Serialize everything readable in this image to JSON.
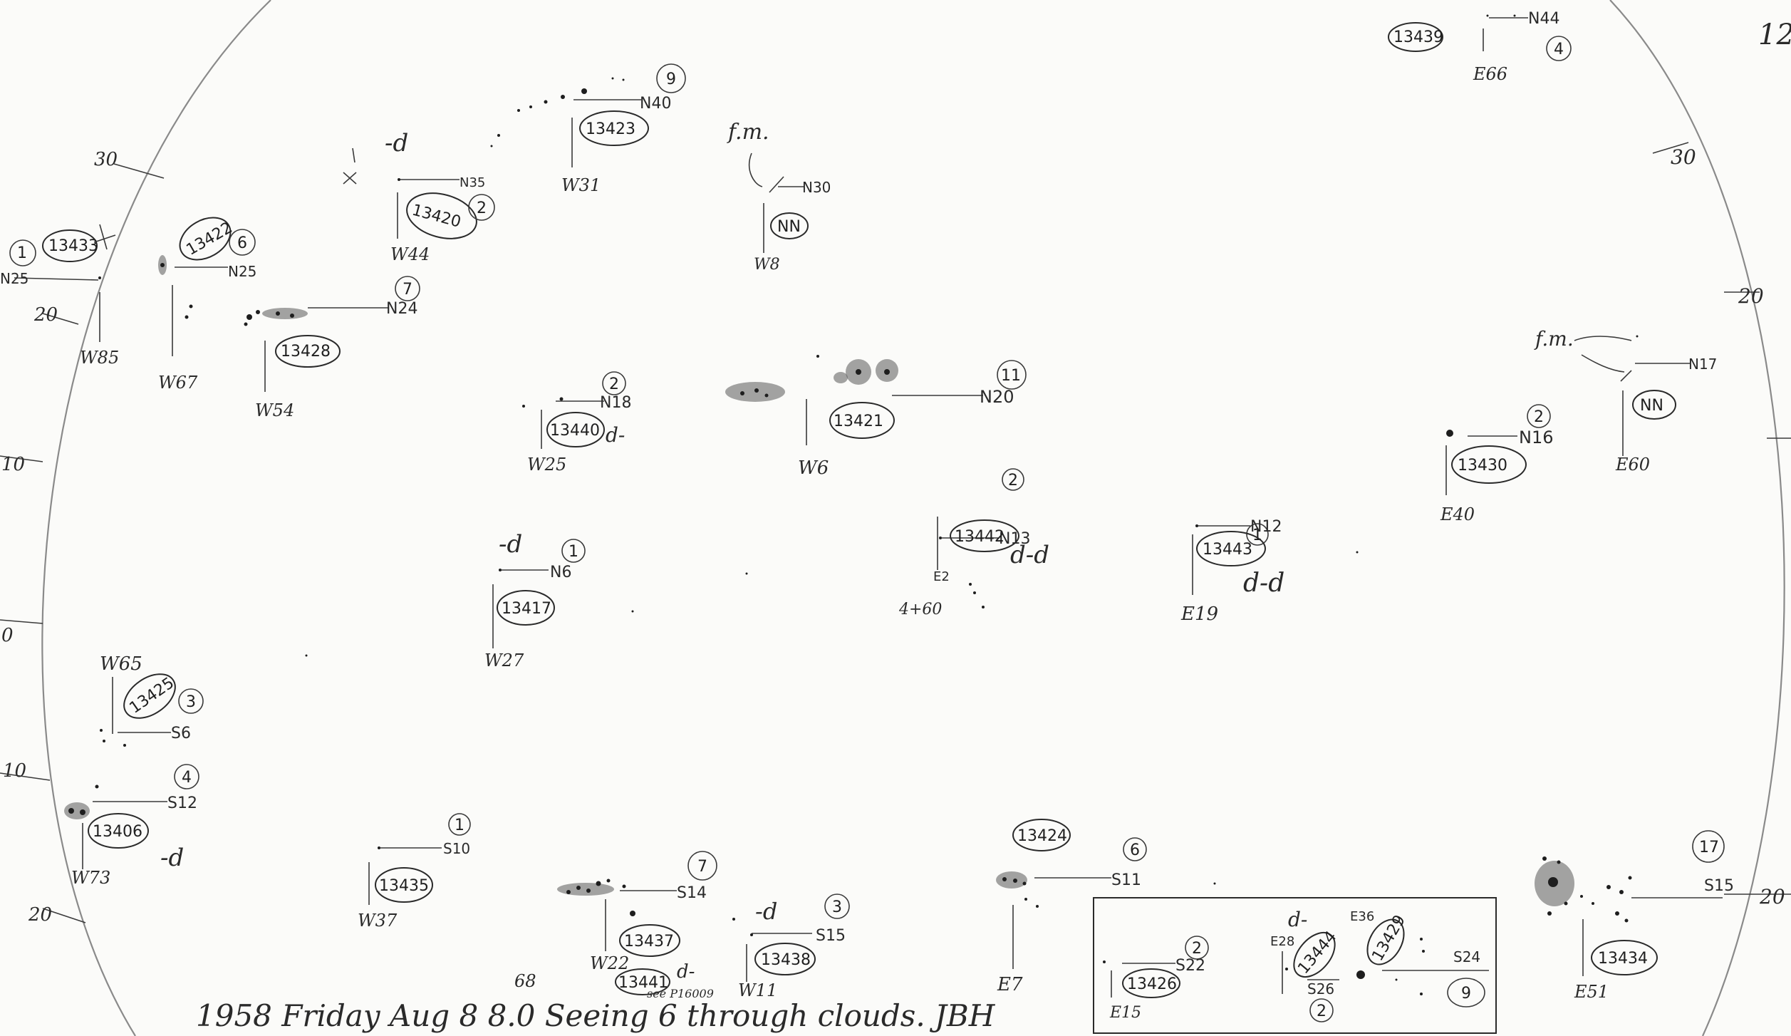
{
  "page_number": "12",
  "footer_note": "1958 Friday Aug 8 8.0 Seeing 6 through clouds. JBH",
  "footer_superscript": "68",
  "limb_ticks": {
    "left": [
      "30",
      "20",
      "10",
      "0",
      "10",
      "20"
    ],
    "right": [
      "30",
      "20",
      "20"
    ]
  },
  "regions": [
    {
      "id": "13433",
      "count": "1",
      "lat": "N25",
      "lon": "W85"
    },
    {
      "id": "13422",
      "count": "6",
      "lat": "N25",
      "lon": "W67"
    },
    {
      "id": "13428",
      "count": "7",
      "lat": "N24",
      "lon": "W54"
    },
    {
      "id": "13420",
      "count": "2",
      "lat": "N35",
      "lon": "W44",
      "note": "-d"
    },
    {
      "id": "13423",
      "count": "9",
      "lat": "N40",
      "lon": "W31"
    },
    {
      "id": "NN",
      "count": "",
      "lat": "N30",
      "lon": "W8",
      "note": "f.m."
    },
    {
      "id": "13439",
      "count": "4",
      "lat": "N44",
      "lon": "E66"
    },
    {
      "id": "13440",
      "count": "2",
      "lat": "N18",
      "lon": "W25",
      "note": "d-"
    },
    {
      "id": "13421",
      "count": "11",
      "lat": "N20",
      "lon": "W6"
    },
    {
      "id": "NN",
      "count": "",
      "lat": "N17",
      "lon": "E60",
      "note": "f.m."
    },
    {
      "id": "13430",
      "count": "2",
      "lat": "N16",
      "lon": "E40"
    },
    {
      "id": "13442",
      "count": "2",
      "lat": "N13",
      "lon": "E2",
      "note": "d-d",
      "extra": "4+60"
    },
    {
      "id": "13443",
      "count": "1",
      "lat": "N12",
      "lon": "E19",
      "note": "d-d"
    },
    {
      "id": "13417",
      "count": "1",
      "lat": "N6",
      "lon": "W27",
      "note": "-d"
    },
    {
      "id": "13425",
      "count": "3",
      "lat": "S6",
      "lon": "W65"
    },
    {
      "id": "13406",
      "count": "4",
      "lat": "S12",
      "lon": "W73",
      "note": "-d"
    },
    {
      "id": "13435",
      "count": "1",
      "lat": "S10",
      "lon": "W37"
    },
    {
      "id": "13437",
      "count": "7",
      "lat": "S14",
      "lon": "W22"
    },
    {
      "id": "13441",
      "count": "",
      "lat": "",
      "lon": "",
      "note": "d-",
      "extra": "see P16009"
    },
    {
      "id": "13438",
      "count": "3",
      "lat": "S15",
      "lon": "W11",
      "note": "-d"
    },
    {
      "id": "13424",
      "count": "6",
      "lat": "S11",
      "lon": "E7"
    },
    {
      "id": "13426",
      "count": "2",
      "lat": "S22",
      "lon": "E15"
    },
    {
      "id": "13444",
      "count": "2",
      "lat": "S26",
      "lon": "E28",
      "note": "d-"
    },
    {
      "id": "13429",
      "count": "9",
      "lat": "S24",
      "lon": "E36"
    },
    {
      "id": "13434",
      "count": "17",
      "lat": "S15",
      "lon": "E51"
    }
  ]
}
